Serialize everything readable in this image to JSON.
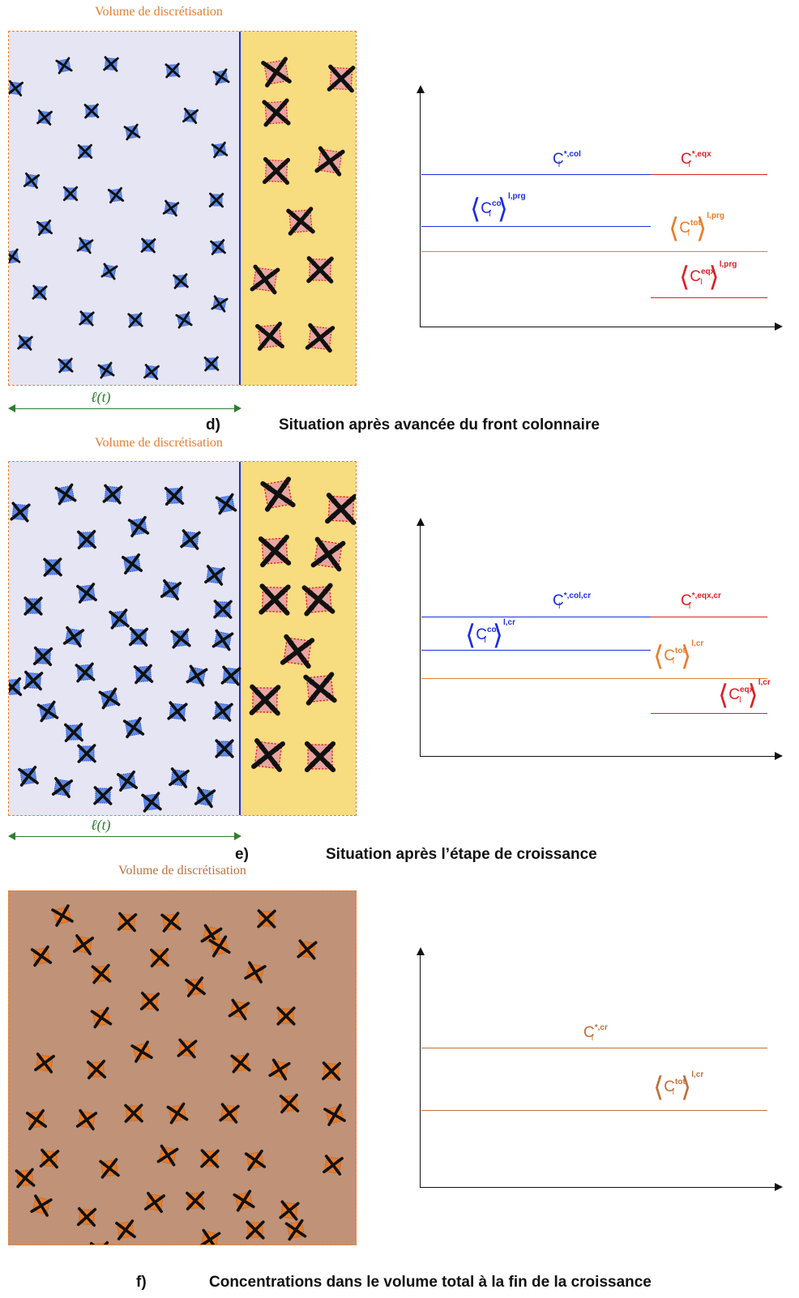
{
  "colors": {
    "columnar": "#1a2ee0",
    "equiaxed": "#e01e24",
    "total": "#e87d2a",
    "final": "#c0703a",
    "columnar_zone": "#e5e5f3",
    "equiaxed_zone": "#f8dc80",
    "final_zone": "#c09278",
    "length_arrow": "#2e7d32"
  },
  "icons": [
    "crystal-blue-icon",
    "crystal-pink-icon",
    "crystal-orange-icon"
  ],
  "panels": [
    {
      "volume_label": "Volume de discrétisation",
      "length_label": "ℓ(t)",
      "caption_letter": "d)",
      "caption": "Situation après avancée du front colonnaire",
      "labels": {
        "col_star_C": "C",
        "col_star_sub": "l",
        "col_star_sup": "*,col",
        "eqx_star_C": "C",
        "eqx_star_sub": "l",
        "eqx_star_sup": "*,eqx",
        "col_avg_C": "C",
        "col_avg_sub": "l",
        "col_avg_sup": "col",
        "col_avg_outer": "l,prg",
        "tot_avg_C": "C",
        "tot_avg_sub": "l",
        "tot_avg_sup": "tot",
        "tot_avg_outer": "l,prg",
        "eqx_avg_C": "C",
        "eqx_avg_sub": "l",
        "eqx_avg_sup": "eqx",
        "eqx_avg_outer": "l,prg"
      }
    },
    {
      "volume_label": "Volume de discrétisation",
      "length_label": "ℓ(t)",
      "caption_letter": "e)",
      "caption": "Situation après l’étape de croissance",
      "labels": {
        "col_star_C": "C",
        "col_star_sub": "l",
        "col_star_sup": "*,col,cr",
        "eqx_star_C": "C",
        "eqx_star_sub": "l",
        "eqx_star_sup": "*,eqx,cr",
        "col_avg_C": "C",
        "col_avg_sub": "l",
        "col_avg_sup": "col",
        "col_avg_outer": "l,cr",
        "tot_avg_C": "C",
        "tot_avg_sub": "l",
        "tot_avg_sup": "tot",
        "tot_avg_outer": "l,cr",
        "eqx_avg_C": "C",
        "eqx_avg_sub": "l",
        "eqx_avg_sup": "eqx",
        "eqx_avg_outer": "l,cr"
      }
    },
    {
      "volume_label": "Volume de discrétisation",
      "caption_letter": "f)",
      "caption": "Concentrations dans le volume total à la fin de la croissance",
      "labels": {
        "star_C": "C",
        "star_sub": "l",
        "star_sup": "*,cr",
        "tot_avg_C": "C",
        "tot_avg_sub": "l",
        "tot_avg_sup": "tot",
        "tot_avg_outer": "l,cr"
      }
    }
  ]
}
